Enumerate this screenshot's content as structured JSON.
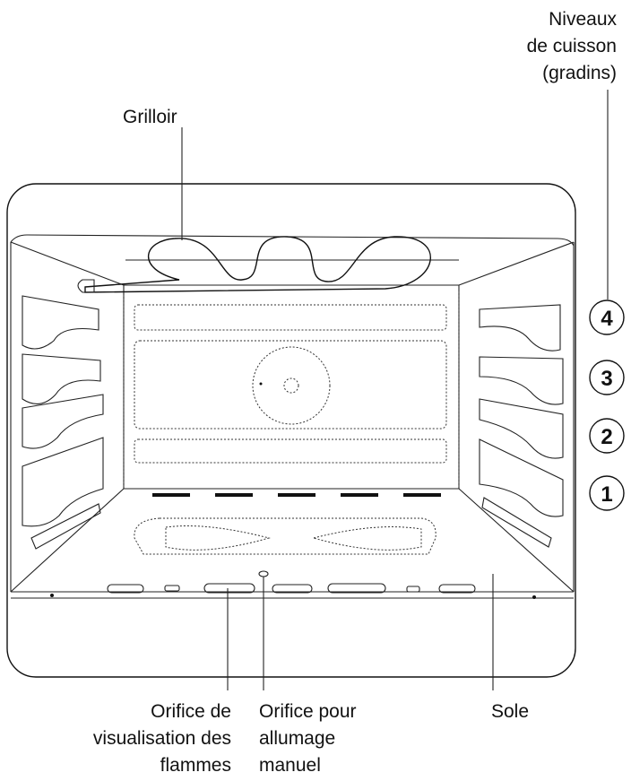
{
  "labels": {
    "levels": [
      "Niveaux",
      "de cuisson",
      "(gradins)"
    ],
    "grill": "Grilloir",
    "flame_window": [
      "Orifice de",
      "visualisation des",
      "flammes"
    ],
    "manual_ignition": [
      "Orifice pour",
      "allumage",
      "manuel"
    ],
    "floor": "Sole"
  },
  "rack_levels": [
    "4",
    "3",
    "2",
    "1"
  ]
}
